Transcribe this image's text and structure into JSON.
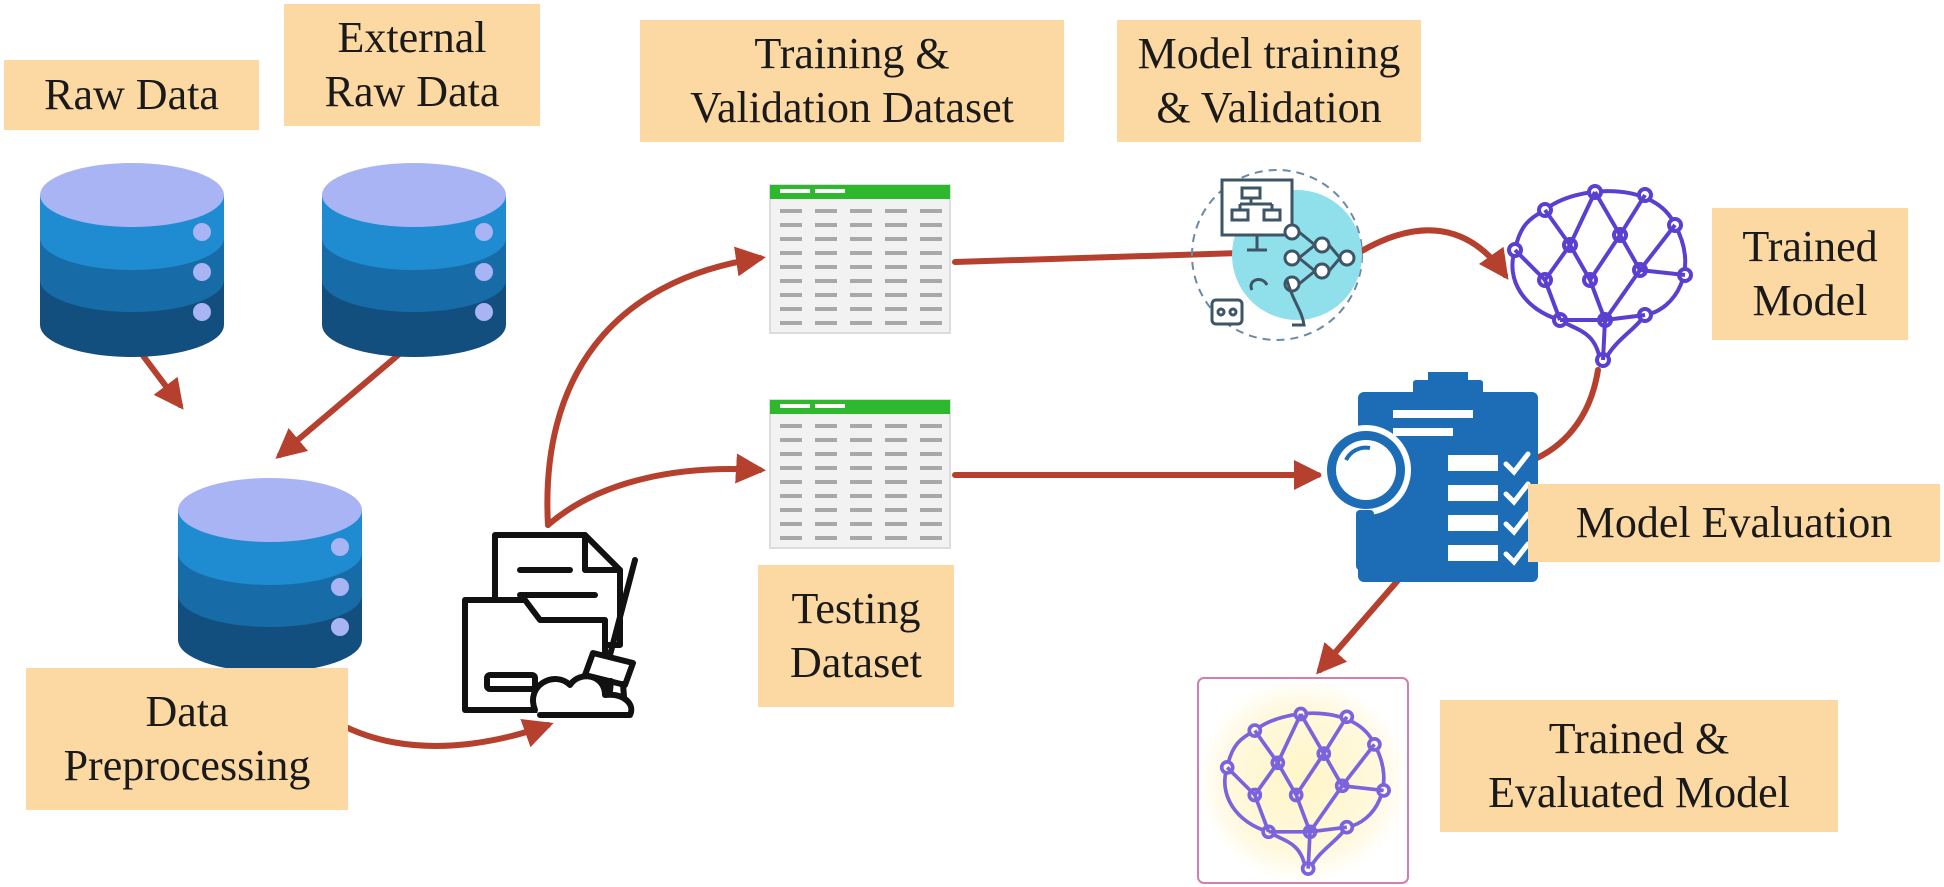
{
  "labels": {
    "raw_data": [
      "Raw Data"
    ],
    "external_raw_data": [
      "External",
      "Raw Data"
    ],
    "training_validation_dataset": [
      "Training &",
      "Validation Dataset"
    ],
    "model_training_validation": [
      "Model training",
      "& Validation"
    ],
    "trained_model": [
      "Trained",
      "Model"
    ],
    "data_preprocessing": [
      "Data",
      "Preprocessing"
    ],
    "testing_dataset": [
      "Testing",
      "Dataset"
    ],
    "model_evaluation": [
      "Model Evaluation"
    ],
    "trained_evaluated_model": [
      "Trained &",
      "Evaluated Model"
    ]
  },
  "colors": {
    "label_bg": "#fcd8a2",
    "arrow": "#b5402e",
    "db_top": "#a9b4f5",
    "db_band_1": "#1f8bd0",
    "db_band_2": "#176ca8",
    "db_band_3": "#124f7e",
    "table_header": "#2eb82e",
    "brain": "#5a3fd0",
    "clipboard": "#1c6db5"
  },
  "icons": [
    "database-icon",
    "spreadsheet-icon",
    "ml-workflow-icon",
    "neural-brain-icon",
    "evaluation-clipboard-icon",
    "data-cleaning-icon"
  ]
}
